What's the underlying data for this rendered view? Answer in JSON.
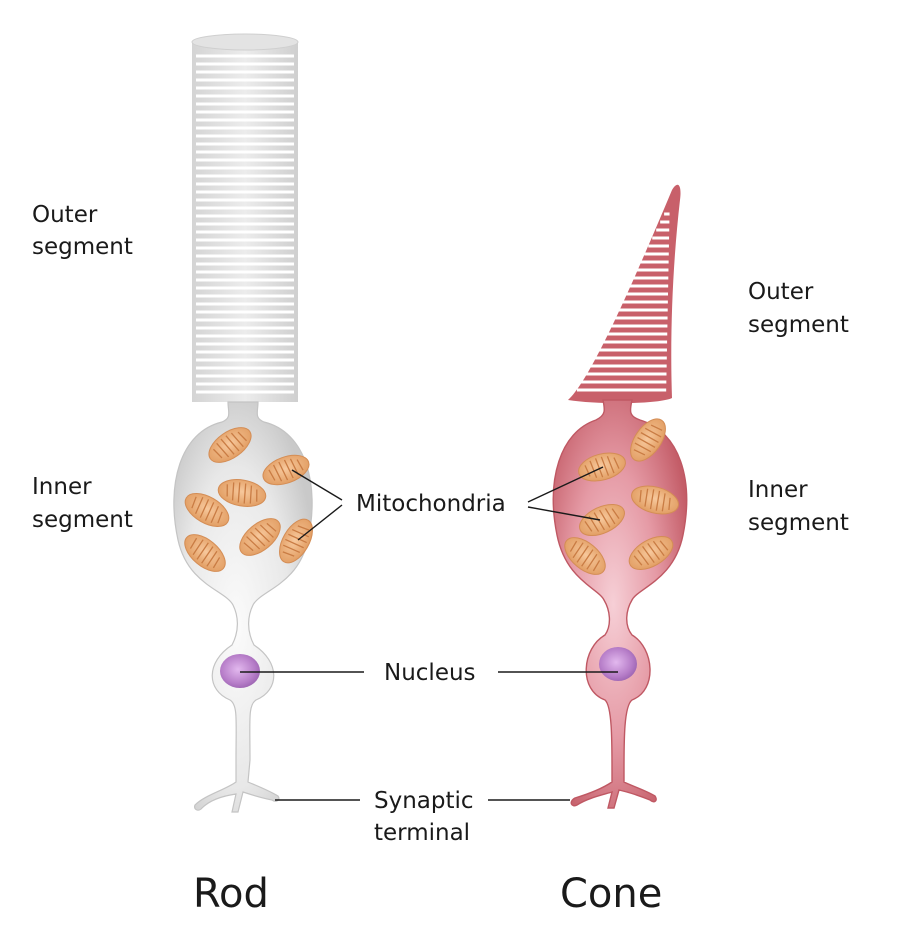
{
  "labels": {
    "rod_outer": [
      "Outer",
      "segment"
    ],
    "rod_inner": [
      "Inner",
      "segment"
    ],
    "cone_outer": [
      "Outer",
      "segment"
    ],
    "cone_inner": [
      "Inner",
      "segment"
    ],
    "mitochondria": "Mitochondria",
    "nucleus": "Nucleus",
    "synaptic": [
      "Synaptic",
      "terminal"
    ],
    "rod": "Rod",
    "cone": "Cone"
  },
  "colors": {
    "rod_body": "#d9d9d9",
    "rod_body_light": "#f7f7f7",
    "cone_body": "#c8606a",
    "cone_body_light": "#f3c4cd",
    "mitochondria": "#e8a26a",
    "nucleus": "#b67dc8",
    "text": "#1a1a1a"
  }
}
